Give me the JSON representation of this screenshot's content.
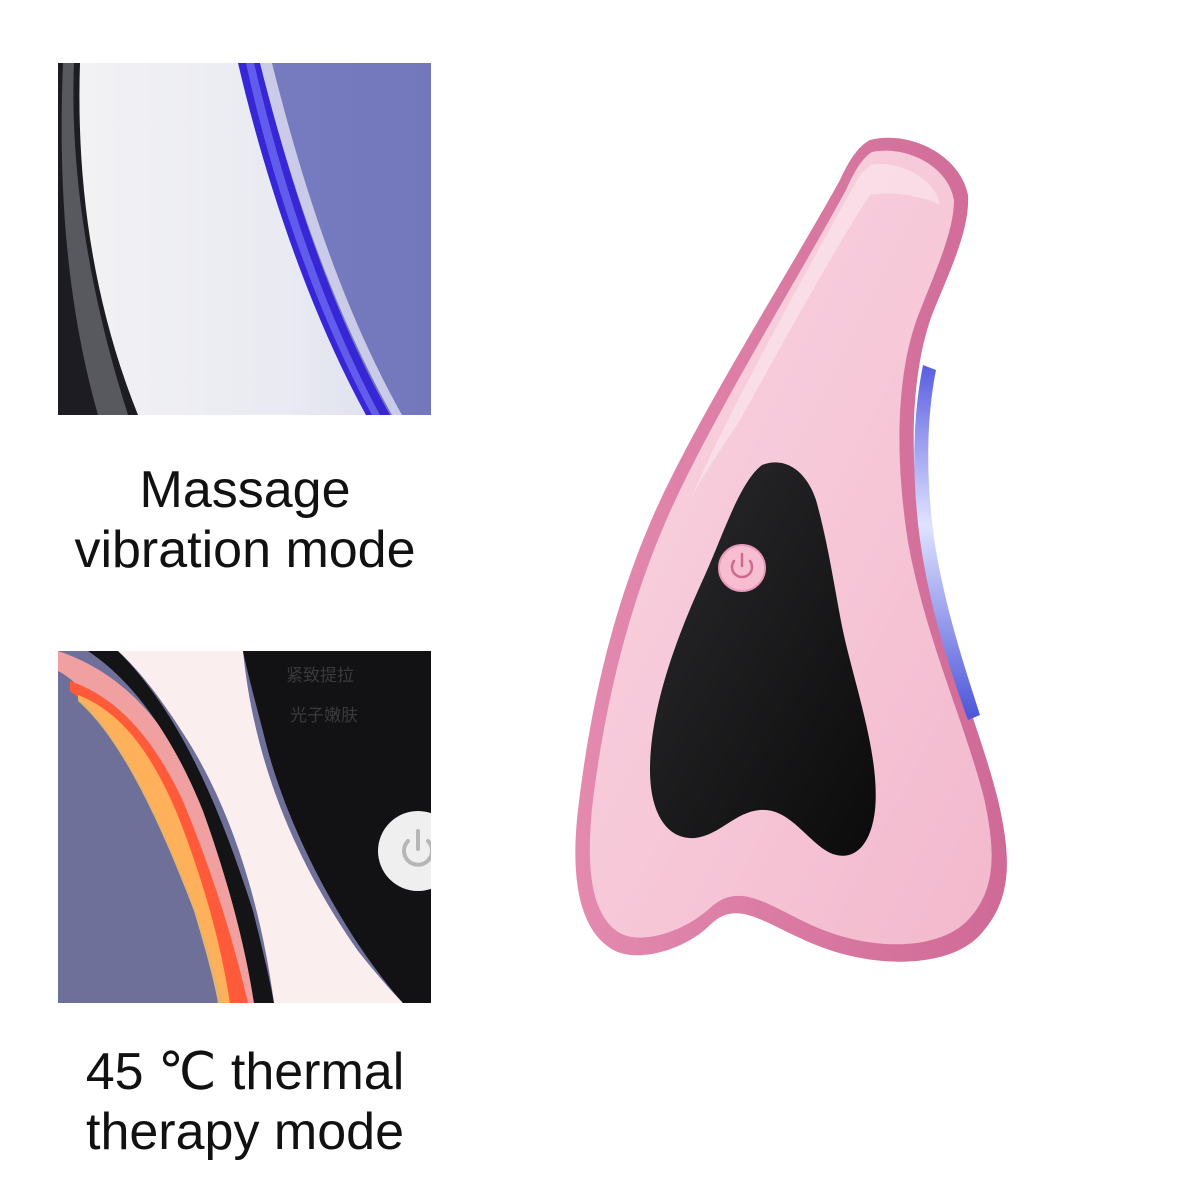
{
  "panels": {
    "top": {
      "caption_line1": "Massage",
      "caption_line2": "vibration mode",
      "glow_color": "#3a2bd8",
      "background_color": "#7478bd"
    },
    "bottom": {
      "caption_line1": "45 ℃ thermal",
      "caption_line2": "therapy mode",
      "device_label_line1": "紧致提拉",
      "device_label_line2": "光子嫩肤",
      "glow_color": "#ff4a3a",
      "background_color": "#6d6f98"
    }
  },
  "device": {
    "body_color": "#f5bcd0",
    "edge_color": "#e07aa4",
    "panel_color": "#1a1a1a",
    "light_color": "#4a5adf",
    "icons": [
      "power-icon"
    ]
  }
}
